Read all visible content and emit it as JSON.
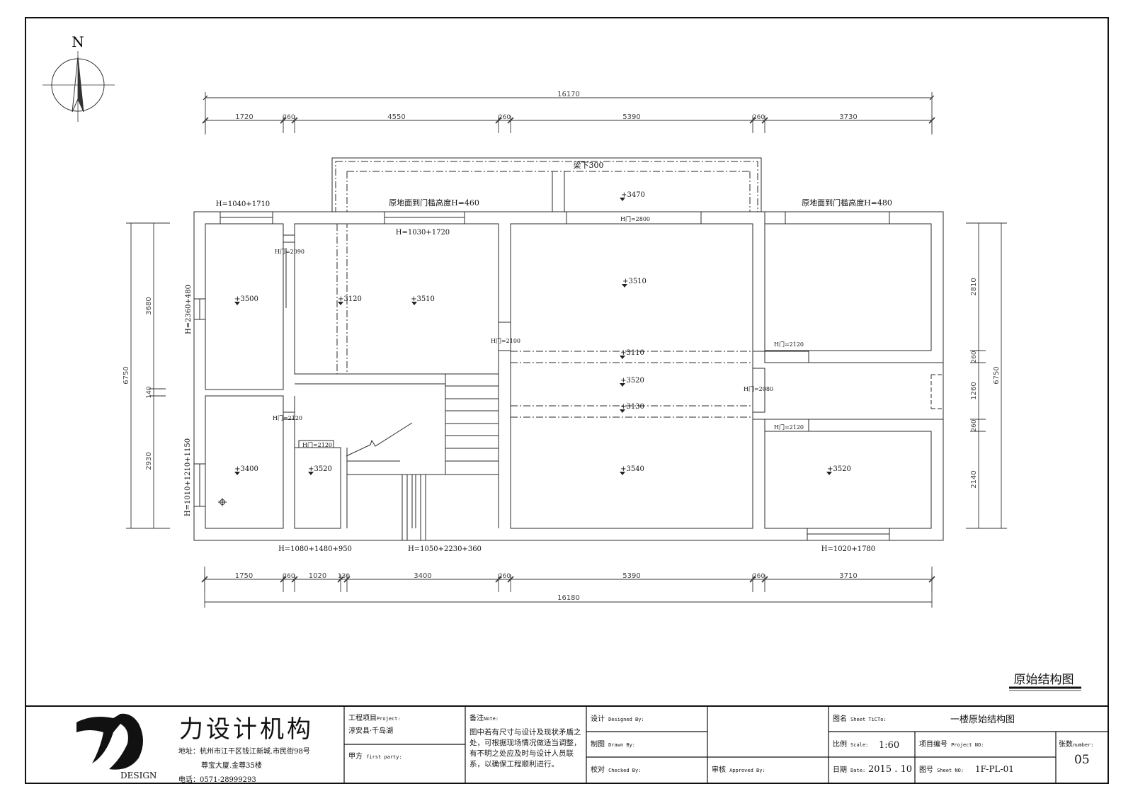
{
  "north_label": "N",
  "top_dimensions": {
    "overall": "16170",
    "segments": [
      "1720",
      "260",
      "4550",
      "260",
      "5390",
      "260",
      "3730"
    ]
  },
  "bottom_dimensions": {
    "overall": "16180",
    "segments": [
      "1750",
      "260",
      "1020",
      "130",
      "3400",
      "260",
      "5390",
      "260",
      "3710"
    ]
  },
  "left_dimensions": {
    "overall": "6750",
    "segments": [
      "3680",
      "140",
      "2930"
    ]
  },
  "right_dimensions": {
    "overall": "6750",
    "segments": [
      "2810",
      "260",
      "1260",
      "260",
      "2140"
    ]
  },
  "window_labels": {
    "top_left": "H=1040+1710",
    "top_mid": "H=1030+1720",
    "left_upper": "H=2360+480",
    "left_lower": "H=1010+1210+1150",
    "bottom_1": "H=1080+1480+950",
    "bottom_2": "H=1050+2230+360",
    "bottom_3": "H=1020+1780"
  },
  "notes_on_plan": {
    "beam": "梁下300",
    "sill_left": "原地面到门槛高度H=460",
    "sill_right": "原地面到门槛高度H=480"
  },
  "door_labels": {
    "d2090": "H门=2090",
    "d2800": "H门=2800",
    "d2100": "H门=2100",
    "d2120_a": "H门=2120",
    "d2120_b": "H门=2120",
    "d2120_c": "H门=2120",
    "d2120_d": "H门=2120",
    "d2080": "H门=2080"
  },
  "elevations": {
    "e3500": "+3500",
    "e3120": "+3120",
    "e3510a": "+3510",
    "e3470": "+3470",
    "e3510b": "+3510",
    "e3110": "+3110",
    "e3520a": "+3520",
    "e3130": "+3130",
    "e3400": "+3400",
    "e3520b": "+3520",
    "e3540": "+3540",
    "e3520c": "+3520"
  },
  "drawing_title": "原始结构图",
  "title_block": {
    "company": "力设计机构",
    "logo_caption": "DESIGN",
    "address_1": "地址：杭州市江干区钱江新城.市民街98号",
    "address_2": "尊宝大厦.金尊35楼",
    "phone": "电话：0571-28999293",
    "project_label": "工程项目",
    "project_label_en": "Project:",
    "project_value": "淳安县·千岛湖",
    "party_label": "甲方",
    "party_label_en": "first party:",
    "note_label": "备注",
    "note_label_en": "Note:",
    "note_text": "图中若有尺寸与设计及现状矛盾之处，可根据现场情况做适当调整，有不明之处应及时与设计人员联系，以确保工程顺利进行。",
    "designed_label": "设计",
    "designed_label_en": "Designed By:",
    "drawn_label": "制图",
    "drawn_label_en": "Drawn By:",
    "checked_label": "校对",
    "checked_label_en": "Checked By:",
    "approved_label": "审核",
    "approved_label_en": "Approved By:",
    "sheet_title_label": "图名",
    "sheet_title_label_en": "Sheet TiCTo:",
    "sheet_title_value": "一楼原始结构图",
    "scale_label": "比例",
    "scale_label_en": "Scale:",
    "scale_value": "1:60",
    "project_no_label": "项目编号",
    "project_no_label_en": "Project NO:",
    "sheets_label": "张数",
    "sheets_label_en": "number:",
    "sheets_value": "05",
    "date_label": "日期",
    "date_label_en": "Date:",
    "date_value": "2015 . 10",
    "sheet_no_label": "图号",
    "sheet_no_label_en": "Sheet NO:",
    "sheet_no_value": "1F-PL-01"
  },
  "colors": {
    "line": "#2a2a2a",
    "paper": "#ffffff"
  }
}
